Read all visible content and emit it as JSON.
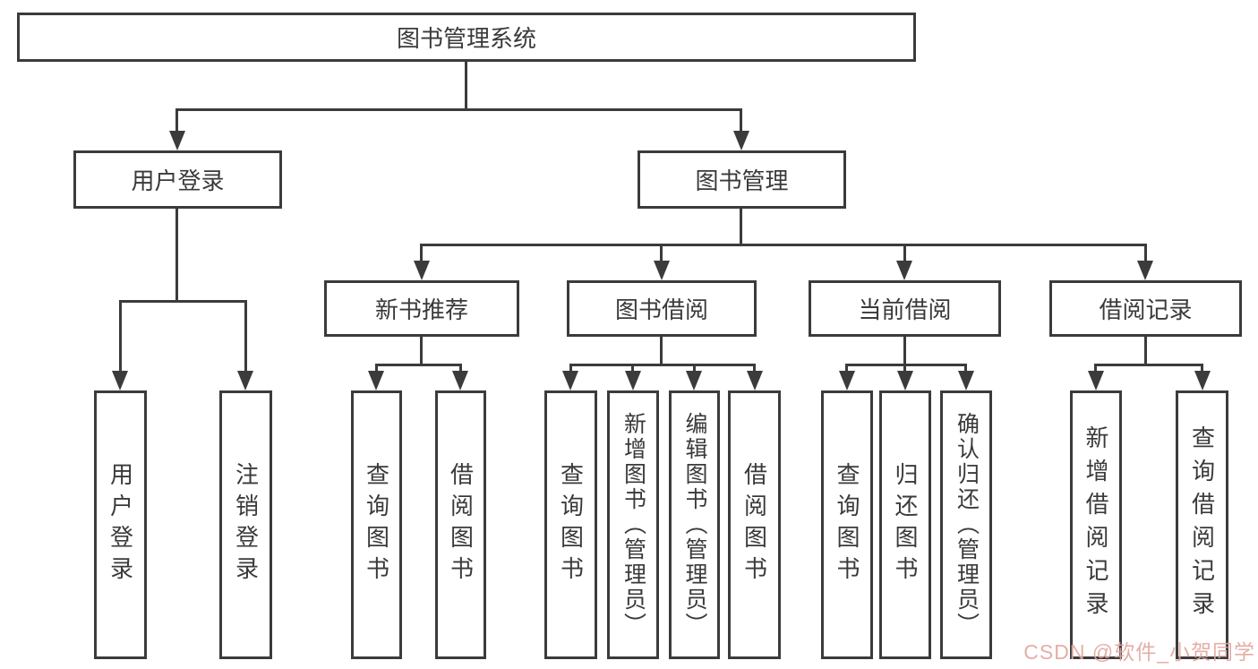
{
  "diagram": {
    "root": {
      "label": "图书管理系统"
    },
    "level2": [
      {
        "label": "用户登录"
      },
      {
        "label": "图书管理"
      }
    ],
    "level3": [
      {
        "label": "新书推荐"
      },
      {
        "label": "图书借阅"
      },
      {
        "label": "当前借阅"
      },
      {
        "label": "借阅记录"
      }
    ],
    "leaves": {
      "user_login": [
        {
          "label": "用户登录"
        },
        {
          "label": "注销登录"
        }
      ],
      "new_books": [
        {
          "label": "查询图书"
        },
        {
          "label": "借阅图书"
        }
      ],
      "book_borrow": [
        {
          "label": "查询图书"
        },
        {
          "label": "新增图书（管理员）"
        },
        {
          "label": "编辑图书（管理员）"
        },
        {
          "label": "借阅图书"
        }
      ],
      "current_borrow": [
        {
          "label": "查询图书"
        },
        {
          "label": "归还图书"
        },
        {
          "label": "确认归还（管理员）"
        }
      ],
      "borrow_records": [
        {
          "label": "新增借阅记录"
        },
        {
          "label": "查询借阅记录"
        }
      ]
    },
    "watermark": "CSDN @软件_小贺同学",
    "colors": {
      "line": "#3b3b3b",
      "text": "#3a3a3a",
      "watermark": "#e2a69e",
      "background": "#ffffff"
    }
  }
}
